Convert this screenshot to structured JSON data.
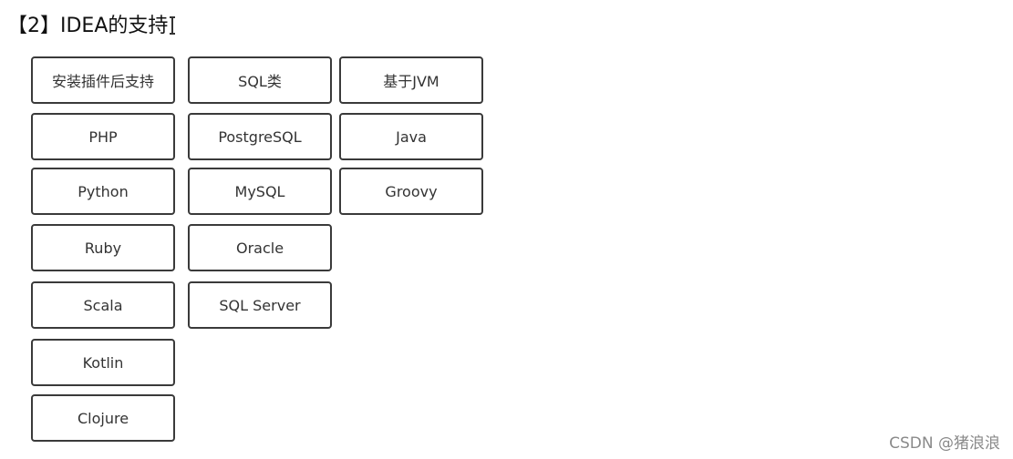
{
  "heading": "【2】IDEA的支持",
  "columns": [
    {
      "header": "安装插件后支持",
      "items": [
        "PHP",
        "Python",
        "Ruby",
        "Scala",
        "Kotlin",
        "Clojure"
      ]
    },
    {
      "header": "SQL类",
      "items": [
        "PostgreSQL",
        "MySQL",
        "Oracle",
        "SQL Server"
      ]
    },
    {
      "header": "基于JVM",
      "items": [
        "Java",
        "Groovy"
      ]
    }
  ],
  "watermark": "CSDN @猪浪浪"
}
